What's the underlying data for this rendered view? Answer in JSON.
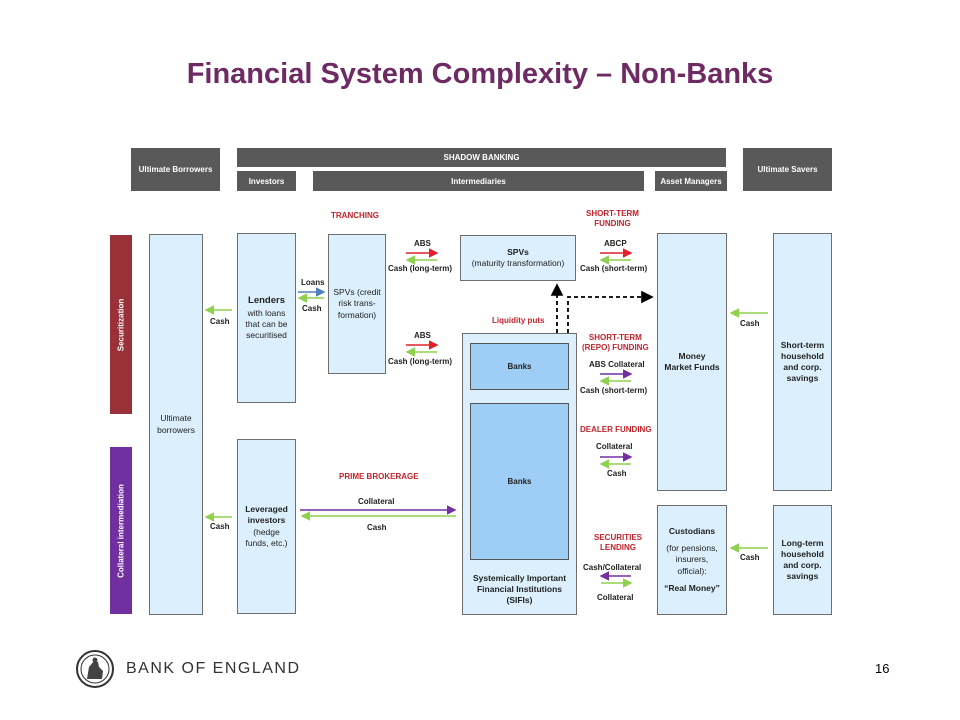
{
  "title": "Financial System Complexity – Non-Banks",
  "headers": {
    "ultimate_borrowers": "Ultimate Borrowers",
    "shadow_banking": "SHADOW BANKING",
    "investors": "Investors",
    "intermediaries": "Intermediaries",
    "asset_managers": "Asset Managers",
    "ultimate_savers": "Ultimate Savers"
  },
  "side_bars": {
    "securitization": "Securitization",
    "collateral": "Collateral intermediation"
  },
  "boxes": {
    "ultimate_borrowers": [
      "Ultimate",
      "borrowers"
    ],
    "lenders_title": "Lenders",
    "lenders": [
      "with loans",
      "that can be",
      "securitised"
    ],
    "spv_credit": [
      "SPVs (credit",
      "risk trans-",
      "formation)"
    ],
    "spv_maturity_title": "SPVs",
    "spv_maturity": "(maturity transformation)",
    "banks1": "Banks",
    "banks2": "Banks",
    "sifi": [
      "Systemically Important",
      "Financial Institutions",
      "(SIFIs)"
    ],
    "leveraged_title": "Leveraged",
    "leveraged": [
      "investors",
      "(hedge",
      "funds, etc.)"
    ],
    "mmf": [
      "Money",
      "Market Funds"
    ],
    "custodians_title": "Custodians",
    "custodians": [
      "(for pensions,",
      "insurers,",
      "official):"
    ],
    "real_money": "“Real Money”",
    "short_term_savings": [
      "Short-term",
      "household",
      "and corp.",
      "savings"
    ],
    "long_term_savings": [
      "Long-term",
      "household",
      "and corp.",
      "savings"
    ]
  },
  "section_labels": {
    "tranching": "TRANCHING",
    "stf": [
      "SHORT-TERM",
      "FUNDING"
    ],
    "liquidity_puts": "Liquidity puts",
    "repo": [
      "SHORT-TERM",
      "(REPO) FUNDING"
    ],
    "dealer": "DEALER FUNDING",
    "prime": "PRIME BROKERAGE",
    "sec_lending": [
      "SECURITIES",
      "LENDING"
    ]
  },
  "flow_labels": {
    "cash_left_top": "Cash",
    "cash_left_bottom": "Cash",
    "loans": "Loans",
    "cash_loans": "Cash",
    "abs1": "ABS",
    "cash_long1": "Cash (long-term)",
    "abs2": "ABS",
    "cash_long2": "Cash (long-term)",
    "abcp": "ABCP",
    "cash_short1": "Cash (short-term)",
    "abs_collateral": "ABS Collateral",
    "cash_short2": "Cash (short-term)",
    "dealer_collateral": "Collateral",
    "dealer_cash": "Cash",
    "prime_collateral": "Collateral",
    "prime_cash": "Cash",
    "cash_collateral": "Cash/Collateral",
    "sl_collateral": "Collateral",
    "cash_right_top": "Cash",
    "cash_right_bottom": "Cash"
  },
  "footer": {
    "org": "BANK OF ENGLAND",
    "page": "16"
  },
  "colors": {
    "title": "#6e2a63",
    "header_bg": "#595959",
    "box_fill": "#dbeffc",
    "banks_fill": "#9ecdf6",
    "securitization_bar": "#9b3138",
    "collateral_bar": "#7030a0",
    "red_label": "#c0232b",
    "arrow_red": "#e0212c",
    "arrow_green": "#8fd14f",
    "arrow_blue": "#4f81bd",
    "arrow_purple": "#7030a0"
  }
}
